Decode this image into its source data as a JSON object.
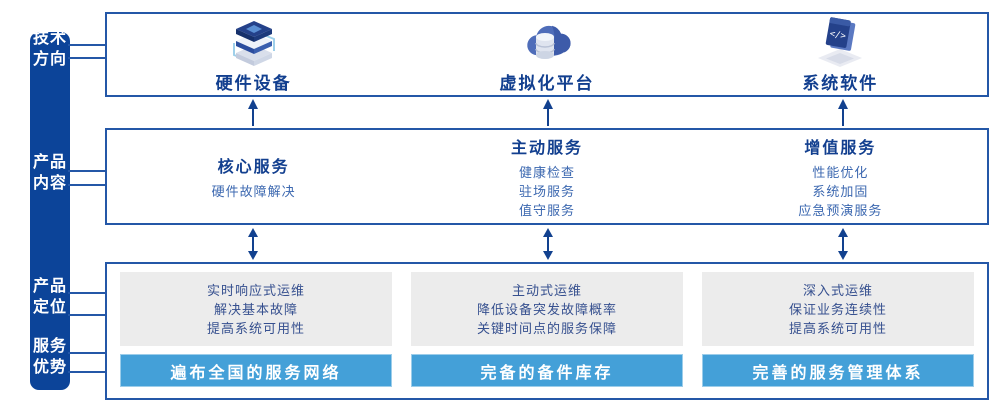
{
  "sidebar": {
    "items": [
      {
        "label": "技术方向"
      },
      {
        "label": "产品内容"
      },
      {
        "label": "产品定位"
      },
      {
        "label": "服务优势"
      }
    ]
  },
  "tech_row": {
    "items": [
      {
        "icon": "hardware-stack-icon",
        "label": "硬件设备"
      },
      {
        "icon": "cloud-database-icon",
        "label": "虚拟化平台"
      },
      {
        "icon": "software-window-icon",
        "label": "系统软件"
      }
    ]
  },
  "content_row": {
    "columns": [
      {
        "title": "核心服务",
        "items": [
          "硬件故障解决"
        ]
      },
      {
        "title": "主动服务",
        "items": [
          "健康检查",
          "驻场服务",
          "值守服务"
        ]
      },
      {
        "title": "增值服务",
        "items": [
          "性能优化",
          "系统加固",
          "应急预演服务"
        ]
      }
    ]
  },
  "bottom_row": {
    "columns": [
      {
        "positioning": [
          "实时响应式运维",
          "解决基本故障",
          "提高系统可用性"
        ],
        "advantage": "遍布全国的服务网络"
      },
      {
        "positioning": [
          "主动式运维",
          "降低设备突发故障概率",
          "关键时间点的服务保障"
        ],
        "advantage": "完备的备件库存"
      },
      {
        "positioning": [
          "深入式运维",
          "保证业务连续性",
          "提高系统可用性"
        ],
        "advantage": "完善的服务管理体系"
      }
    ]
  },
  "colors": {
    "sidebar_bg": "#0c4499",
    "box_border": "#2457a7",
    "title_text": "#123f8f",
    "item_text": "#3c68b0",
    "gray_box_bg": "#ececec",
    "gray_box_text": "#36508f",
    "advantage_bar_bg": "#44a0d8",
    "arrow": "#12418f",
    "bar_text": "#ffffff"
  }
}
